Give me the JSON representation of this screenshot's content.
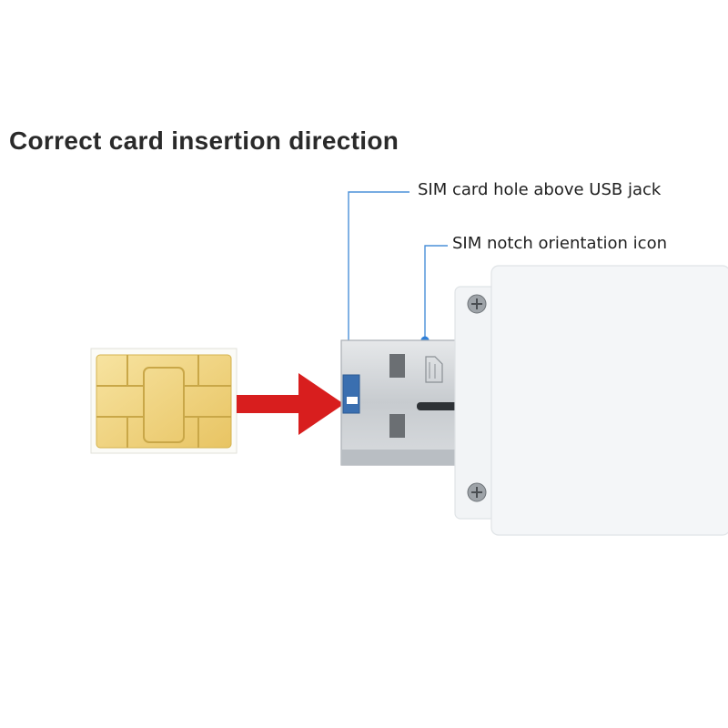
{
  "title": "Correct card insertion direction",
  "callouts": {
    "sim_hole": "SIM card hole above USB jack",
    "notch_icon": "SIM notch orientation icon"
  },
  "colors": {
    "arrow": "#d81e1e",
    "callout_line": "#4a90d9",
    "sim_contact": "#f0d27a",
    "sim_card": "#fbfbf7",
    "dongle": "#f4f6f8",
    "usb_metal": "#cfd3d7"
  }
}
